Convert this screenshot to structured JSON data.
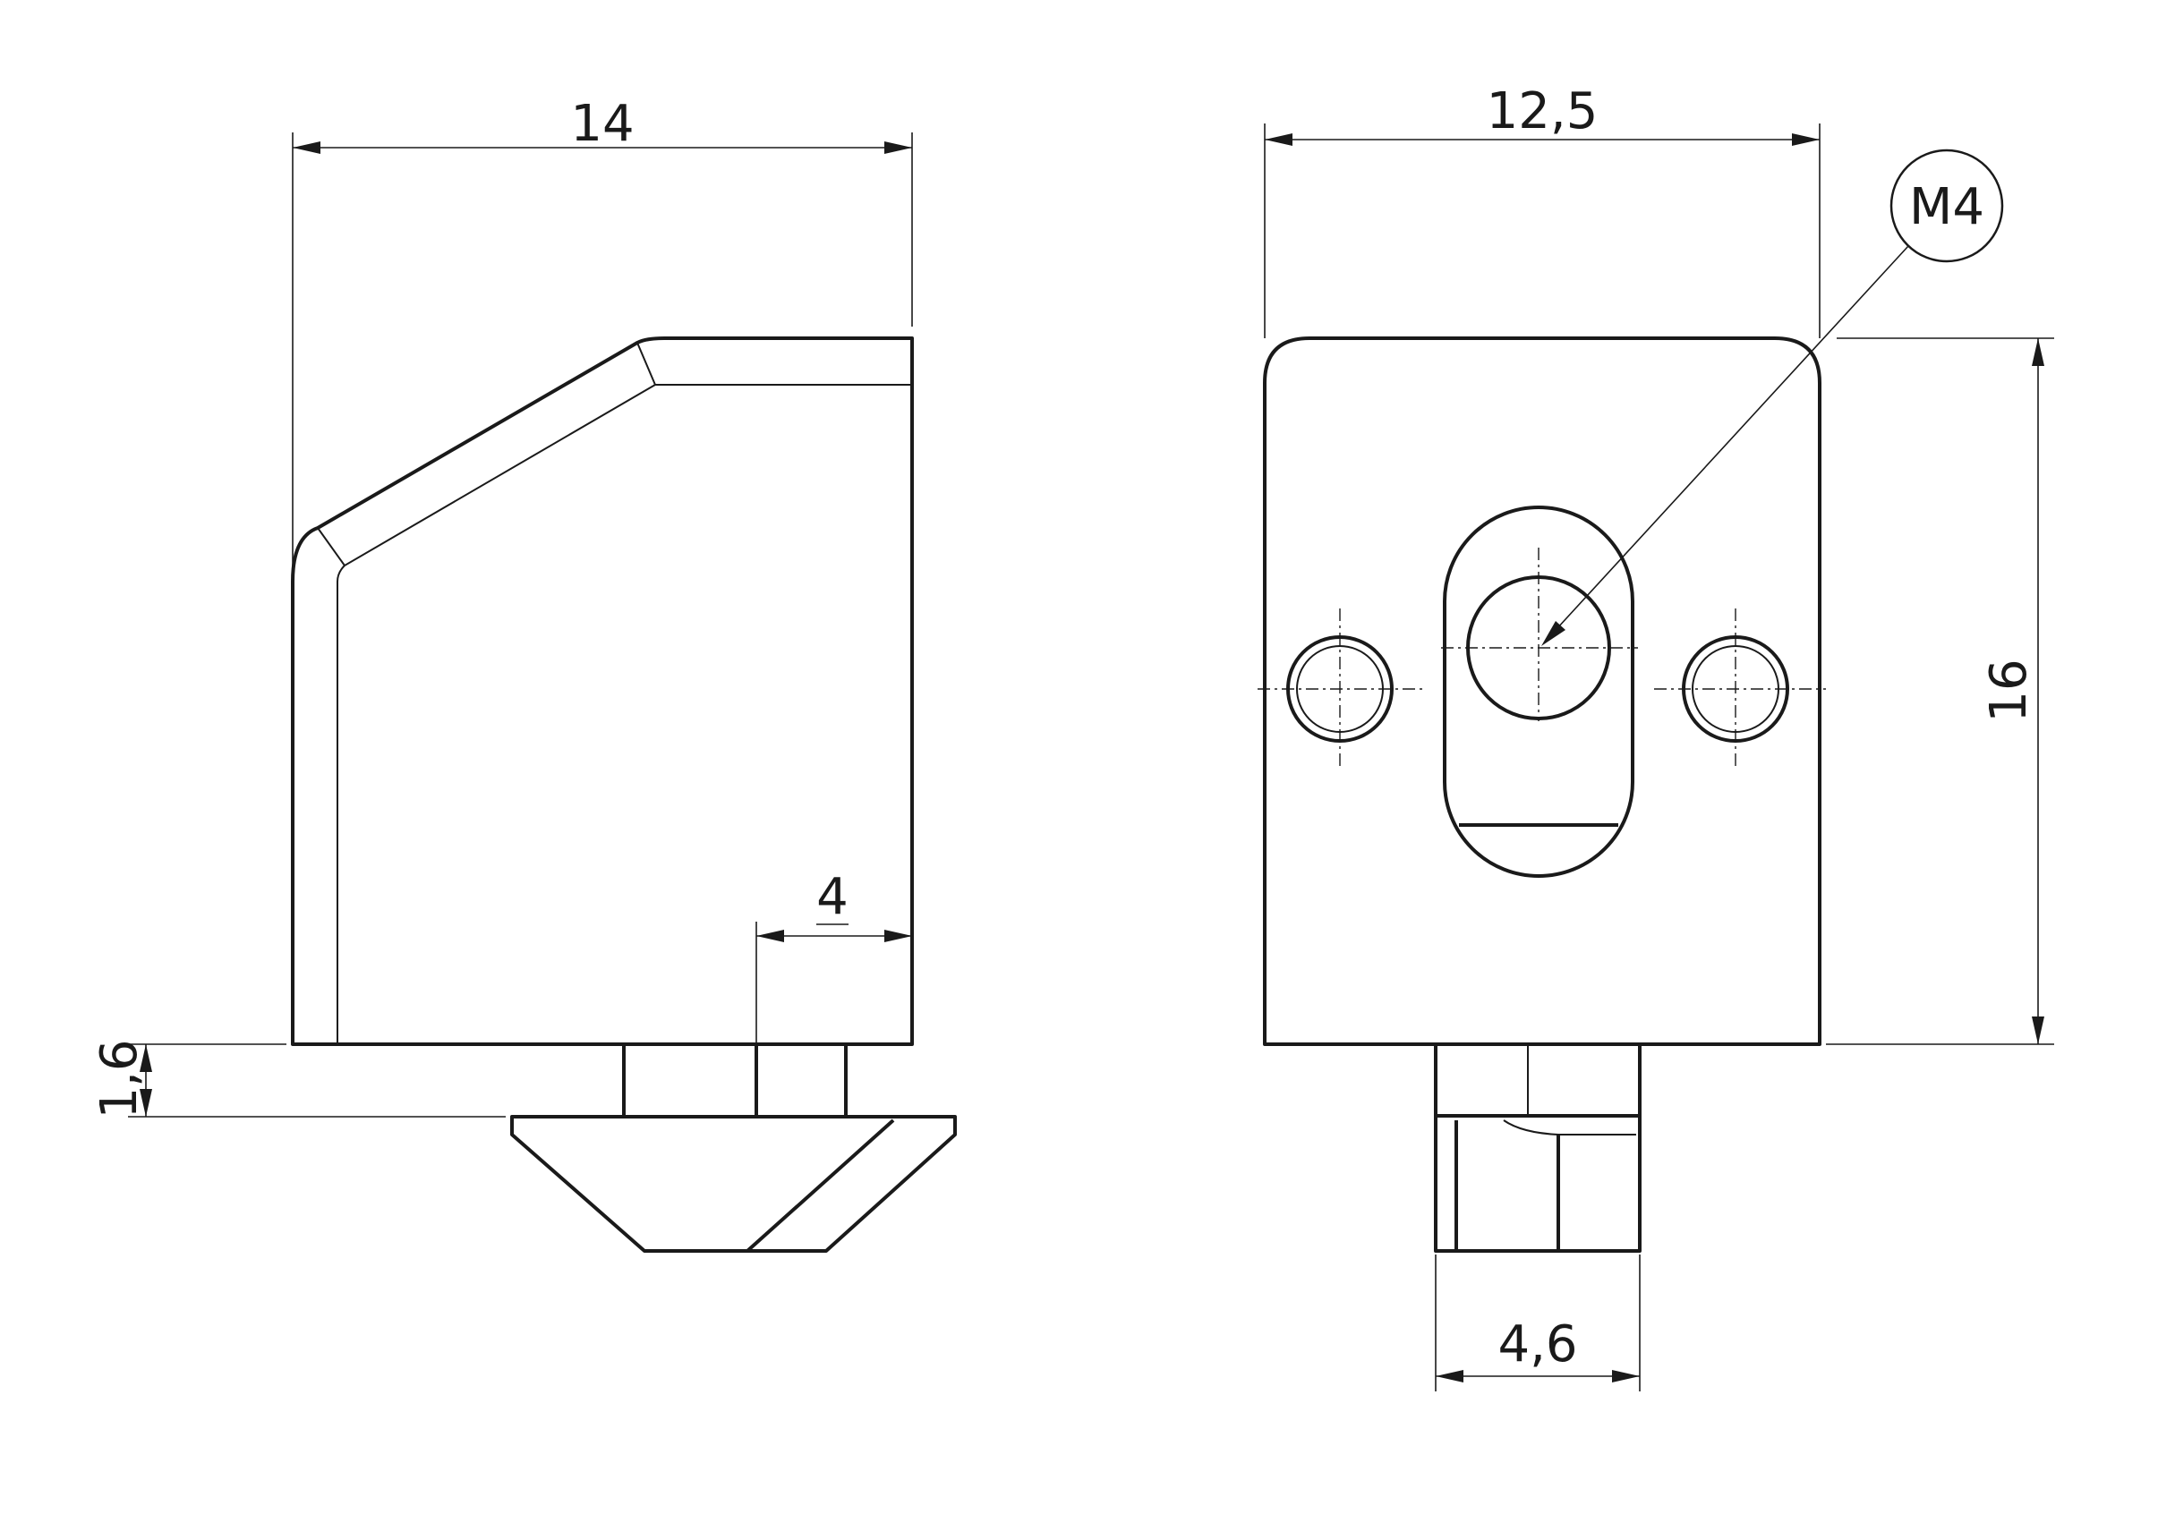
{
  "side_view": {
    "width_dim": "14",
    "inner_dim": "4",
    "height_dim": "1,6"
  },
  "front_view": {
    "width_dim": "12,5",
    "height_dim": "16",
    "thread_callout": "M4",
    "nut_width_dim": "4,6"
  }
}
